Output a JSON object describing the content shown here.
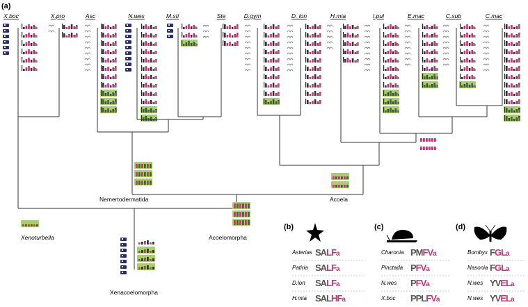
{
  "panels": {
    "a": "(a)",
    "b": "(b)",
    "c": "(c)",
    "d": "(d)"
  },
  "taxa": [
    "X.boc",
    "X.pro",
    "Asc",
    "N.wes",
    "M.sti",
    "Ste",
    "D.gym",
    "D. lon",
    "H.mia",
    "I.pul",
    "E.mac",
    "C.sub",
    "C.mac"
  ],
  "clades": {
    "nemertodermatida": "Nemertodermatida",
    "acoela": "Acoela",
    "xenoturbella": "Xenoturbella",
    "acoelomorpha": "Acoelomorpha",
    "xenacoelomorpha": "Xenacoelomorpha"
  },
  "panel_b": {
    "icon": "starfish-icon",
    "rows": [
      {
        "species": "Asterias",
        "motif": "SALFa"
      },
      {
        "species": "Patiria",
        "motif": "SALFa"
      },
      {
        "species": "D.lon",
        "motif": "SALFa"
      },
      {
        "species": "H.mia",
        "motif": "SALHFa"
      }
    ]
  },
  "panel_c": {
    "icon": "snail-icon",
    "rows": [
      {
        "species": "Charonia",
        "motif": "PMFVa"
      },
      {
        "species": "Pinctada",
        "motif": "PFVa"
      },
      {
        "species": "N.wes",
        "motif": "PFVa"
      },
      {
        "species": "X.boc",
        "motif": "PPLFVa"
      }
    ]
  },
  "panel_d": {
    "icon": "moth-icon",
    "rows": [
      {
        "species": "Bombyx",
        "motif": "FGLa"
      },
      {
        "species": "Nasonia",
        "motif": "FGLa"
      },
      {
        "species": "N.wes",
        "motif": "YVELa"
      },
      {
        "species": "N.wes",
        "motif": "YVELa"
      }
    ]
  },
  "colors": {
    "magenta": "#c8327a",
    "green": "#a9cf6a",
    "navy": "#2a2d6e",
    "line": "#333333"
  }
}
